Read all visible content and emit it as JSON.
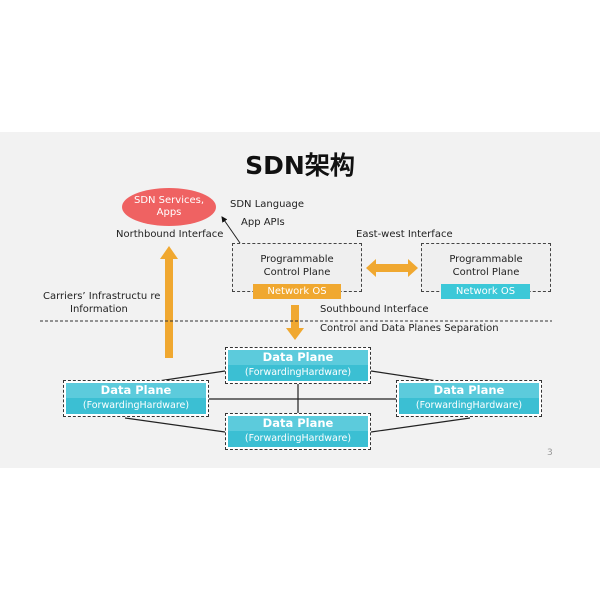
{
  "title": "SDN架构",
  "services": {
    "line1": "SDN Services,",
    "line2": "Apps"
  },
  "labels": {
    "sdn_language": "SDN Language",
    "app_apis": "App APIs",
    "northbound": "Northbound Interface",
    "eastwest": "East-west Interface",
    "carriers1": "Carriers’  Infrastructu re",
    "carriers2": "Information",
    "southbound": "Southbound Interface",
    "separation": "Control and Data Planes Separation"
  },
  "control_planes": [
    {
      "line1": "Programmable",
      "line2": "Control Plane",
      "os": "Network OS",
      "os_color": "#f0a830"
    },
    {
      "line1": "Programmable",
      "line2": "Control Plane",
      "os": "Network OS",
      "os_color": "#3cc8d8"
    }
  ],
  "data_planes": [
    {
      "title": "Data Plane",
      "subtitle": "(ForwardingHardware)"
    },
    {
      "title": "Data Plane",
      "subtitle": "(ForwardingHardware)"
    },
    {
      "title": "Data Plane",
      "subtitle": "(ForwardingHardware)"
    },
    {
      "title": "Data Plane",
      "subtitle": "(ForwardingHardware)"
    }
  ],
  "page_number": "3",
  "colors": {
    "arrow": "#f0a830",
    "ellipse": "#ef6262",
    "data_plane": "#3bbfd3"
  }
}
